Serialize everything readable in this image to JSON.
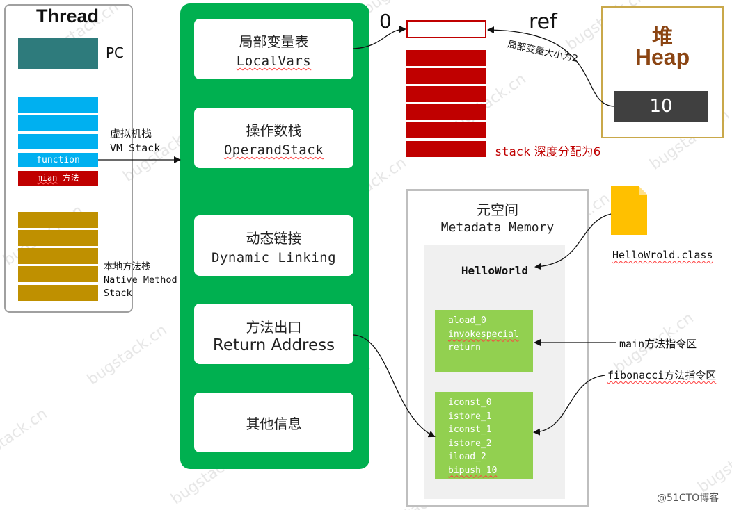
{
  "thread": {
    "title": "Thread",
    "pc": "PC",
    "vm_stack_cn": "虚拟机栈",
    "vm_stack_en": "VM Stack",
    "function_label": "function",
    "main_word": "mian",
    "main_suffix": " 方法",
    "native_cn": "本地方法栈",
    "native_en1": "Native Method",
    "native_en2": "Stack"
  },
  "frame": {
    "local_vars_cn": "局部变量表",
    "local_vars_en": "LocalVars",
    "operand_cn": "操作数栈",
    "operand_en": "OperandStack",
    "dynamic_cn": "动态链接",
    "dynamic_en": "Dynamic Linking",
    "return_cn": "方法出口",
    "return_en": "Return Address",
    "other_cn": "其他信息"
  },
  "stack": {
    "zero": "0",
    "ref": "ref",
    "local_size": "局部变量大小为2",
    "depth_prefix": "stack",
    "depth_text": "深度分配为6"
  },
  "heap": {
    "cn": "堆",
    "en": "Heap",
    "value": "10"
  },
  "metaspace": {
    "cn": "元空间",
    "en": "Metadata Memory",
    "class_name": "HelloWorld",
    "main_code": [
      "aload_0",
      "invokespecial",
      "return"
    ],
    "fib_code": [
      "iconst_0",
      "istore_1",
      "iconst_1",
      "istore_2",
      "iload_2",
      "bipush 10"
    ]
  },
  "file": {
    "name": "HelloWrold.class"
  },
  "labels": {
    "main_zone": "main方法指令区",
    "fib_zone": "fibonacci方法指令区",
    "watermark": "@51CTO博客"
  },
  "colors": {
    "frame_green": "#00b050",
    "stack_red": "#c00000",
    "vm_blue": "#00b0f0",
    "native_gold": "#bf9000",
    "pc_teal": "#2e7b7c",
    "code_green": "#92d050",
    "heap_brown": "#8b4513",
    "file_yellow": "#ffc000"
  }
}
